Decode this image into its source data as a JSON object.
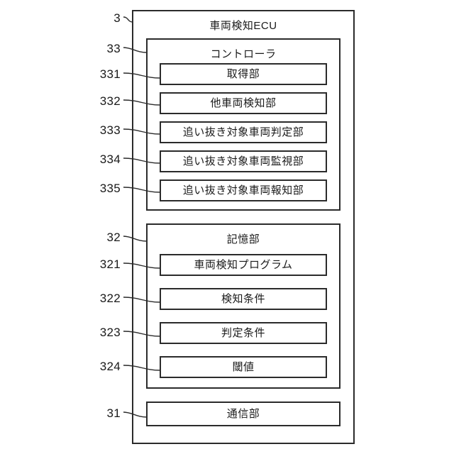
{
  "figure": {
    "root": {
      "ref": "3",
      "title": "車両検知ECU"
    },
    "controller": {
      "ref": "33",
      "title": "コントローラ",
      "items": [
        {
          "ref": "331",
          "label": "取得部"
        },
        {
          "ref": "332",
          "label": "他車両検知部"
        },
        {
          "ref": "333",
          "label": "追い抜き対象車両判定部"
        },
        {
          "ref": "334",
          "label": "追い抜き対象車両監視部"
        },
        {
          "ref": "335",
          "label": "追い抜き対象車両報知部"
        }
      ]
    },
    "storage": {
      "ref": "32",
      "title": "記憶部",
      "items": [
        {
          "ref": "321",
          "label": "車両検知プログラム"
        },
        {
          "ref": "322",
          "label": "検知条件"
        },
        {
          "ref": "323",
          "label": "判定条件"
        },
        {
          "ref": "324",
          "label": "閾値"
        }
      ]
    },
    "communication": {
      "ref": "31",
      "label": "通信部"
    },
    "colors": {
      "line": "#2b2b2b",
      "background": "#ffffff",
      "text": "#1a1a1a"
    }
  }
}
